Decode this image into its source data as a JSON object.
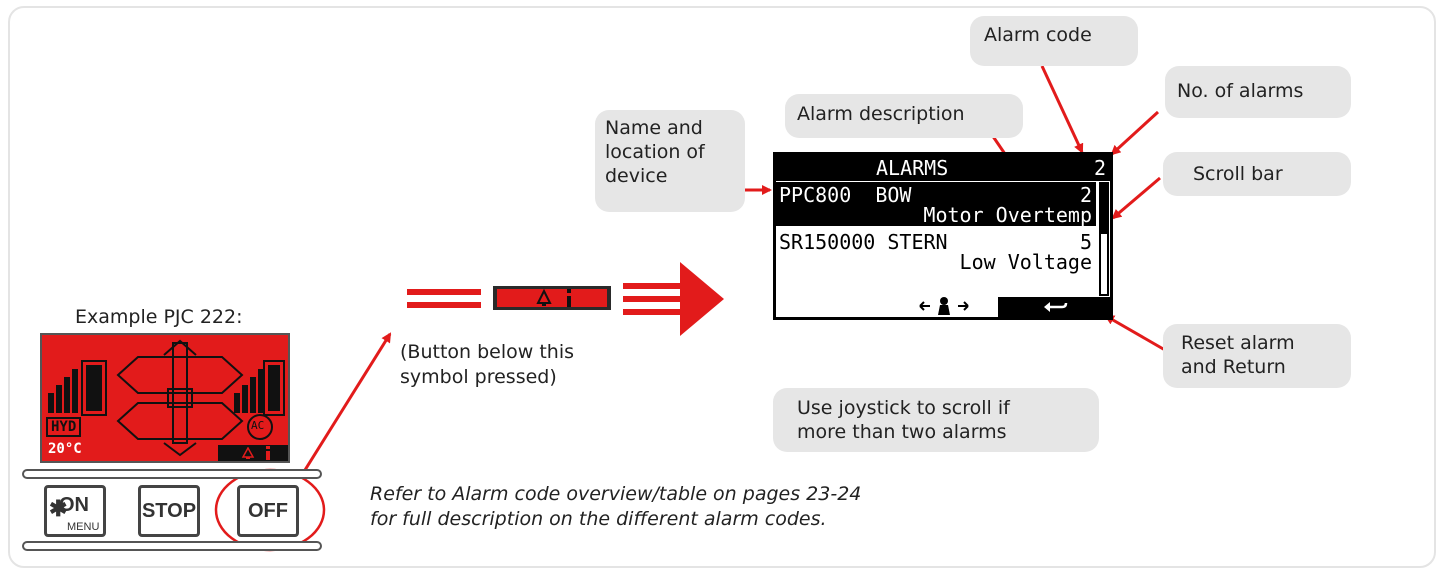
{
  "callouts": {
    "alarm_code": "Alarm code",
    "no_of_alarms": "No. of alarms",
    "alarm_description": "Alarm description",
    "name_location": [
      "Name and",
      "location of",
      "device"
    ],
    "scroll_bar": "Scroll bar",
    "reset_alarm": [
      "Reset alarm",
      "and Return"
    ],
    "joystick": [
      "Use joystick to scroll if",
      "more than two alarms"
    ]
  },
  "example_label": "Example PJC 222:",
  "button_note": [
    "(Button below this",
    "symbol pressed)"
  ],
  "refer_note": [
    "Refer to Alarm code overview/table on pages 23-24",
    "for full description on the different alarm codes."
  ],
  "lcd": {
    "title": "ALARMS",
    "count": "2",
    "alarms": [
      {
        "device": "PPC800  BOW",
        "code": "2",
        "description": "Motor Overtemp"
      },
      {
        "device": "SR150000 STERN",
        "code": "5",
        "description": "Low Voltage"
      }
    ]
  },
  "pjc": {
    "hyd": "HYD",
    "temp": "20°C",
    "ac": "AC",
    "buttons": {
      "on": "ON",
      "menu": "MENU",
      "stop": "STOP",
      "off": "OFF"
    }
  },
  "colors": {
    "accent_red": "#e21b1b",
    "callout_bg": "#e6e6e6"
  },
  "icons": [
    "bell-icon",
    "info-icon",
    "return-arrow-icon",
    "joystick-icon",
    "snowflake-icon"
  ]
}
